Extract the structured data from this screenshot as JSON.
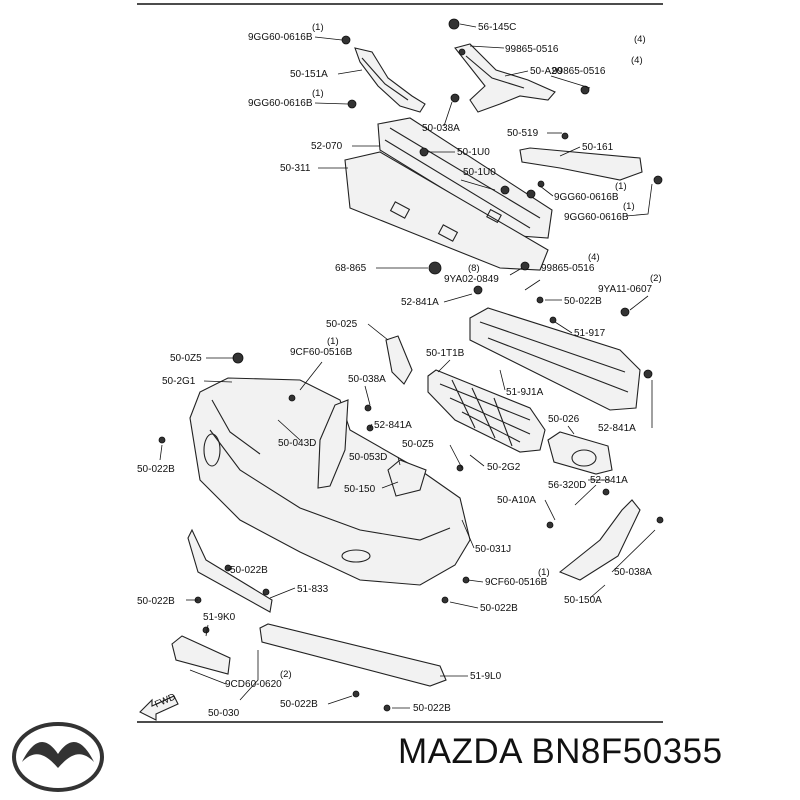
{
  "brand": "MAZDA",
  "part_number": "BN8F50355",
  "fwd_label": "FWD",
  "callouts": [
    {
      "code": "9GG60-0616B",
      "qty": "(1)"
    },
    {
      "code": "56-145C",
      "qty": ""
    },
    {
      "code": "99865-0516",
      "qty": "(4)"
    },
    {
      "code": "50-151A",
      "qty": ""
    },
    {
      "code": "50-A20",
      "qty": ""
    },
    {
      "code": "99865-0516",
      "qty": "(4)"
    },
    {
      "code": "9GG60-0616B",
      "qty": "(1)"
    },
    {
      "code": "50-038A",
      "qty": ""
    },
    {
      "code": "50-519",
      "qty": ""
    },
    {
      "code": "52-070",
      "qty": ""
    },
    {
      "code": "50-1U0",
      "qty": ""
    },
    {
      "code": "50-161",
      "qty": ""
    },
    {
      "code": "50-311",
      "qty": ""
    },
    {
      "code": "50-1U0",
      "qty": ""
    },
    {
      "code": "9GG60-0616B",
      "qty": "(1)"
    },
    {
      "code": "9GG60-0616B",
      "qty": "(1)"
    },
    {
      "code": "68-865",
      "qty": ""
    },
    {
      "code": "9YA02-0849",
      "qty": "(8)"
    },
    {
      "code": "99865-0516",
      "qty": "(4)"
    },
    {
      "code": "9YA11-0607",
      "qty": "(2)"
    },
    {
      "code": "52-841A",
      "qty": ""
    },
    {
      "code": "50-022B",
      "qty": ""
    },
    {
      "code": "50-025",
      "qty": ""
    },
    {
      "code": "51-917",
      "qty": ""
    },
    {
      "code": "50-0Z5",
      "qty": ""
    },
    {
      "code": "9CF60-0516B",
      "qty": "(1)"
    },
    {
      "code": "50-1T1B",
      "qty": ""
    },
    {
      "code": "50-2G1",
      "qty": ""
    },
    {
      "code": "50-038A",
      "qty": ""
    },
    {
      "code": "51-9J1A",
      "qty": ""
    },
    {
      "code": "52-841A",
      "qty": ""
    },
    {
      "code": "50-026",
      "qty": ""
    },
    {
      "code": "50-043D",
      "qty": ""
    },
    {
      "code": "50-0Z5",
      "qty": ""
    },
    {
      "code": "52-841A",
      "qty": ""
    },
    {
      "code": "50-022B",
      "qty": ""
    },
    {
      "code": "50-053D",
      "qty": ""
    },
    {
      "code": "50-2G2",
      "qty": ""
    },
    {
      "code": "56-320D",
      "qty": ""
    },
    {
      "code": "52-841A",
      "qty": ""
    },
    {
      "code": "50-150",
      "qty": ""
    },
    {
      "code": "50-A10A",
      "qty": ""
    },
    {
      "code": "50-031J",
      "qty": ""
    },
    {
      "code": "50-038A",
      "qty": ""
    },
    {
      "code": "50-022B",
      "qty": ""
    },
    {
      "code": "51-833",
      "qty": ""
    },
    {
      "code": "9CF60-0516B",
      "qty": "(1)"
    },
    {
      "code": "50-022B",
      "qty": ""
    },
    {
      "code": "50-022B",
      "qty": ""
    },
    {
      "code": "50-150A",
      "qty": ""
    },
    {
      "code": "51-9K0",
      "qty": ""
    },
    {
      "code": "9CD60-0620",
      "qty": "(2)"
    },
    {
      "code": "51-9L0",
      "qty": ""
    },
    {
      "code": "50-030",
      "qty": ""
    },
    {
      "code": "50-022B",
      "qty": ""
    },
    {
      "code": "50-022B",
      "qty": ""
    }
  ]
}
